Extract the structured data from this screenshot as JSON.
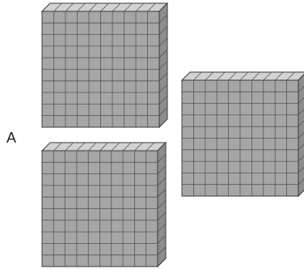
{
  "option_label": "A",
  "blocks": [
    {
      "name": "hundred-block-top-left",
      "columns": 10,
      "rows": 10
    },
    {
      "name": "hundred-block-right",
      "columns": 10,
      "rows": 10
    },
    {
      "name": "hundred-block-bottom-left",
      "columns": 10,
      "rows": 10
    }
  ],
  "colors": {
    "front_face": "#a6a6a6",
    "top_face": "#d2d2d2",
    "side_face": "#8d8d8d",
    "grid_line": "#555555",
    "outline": "#3a3a3a"
  }
}
